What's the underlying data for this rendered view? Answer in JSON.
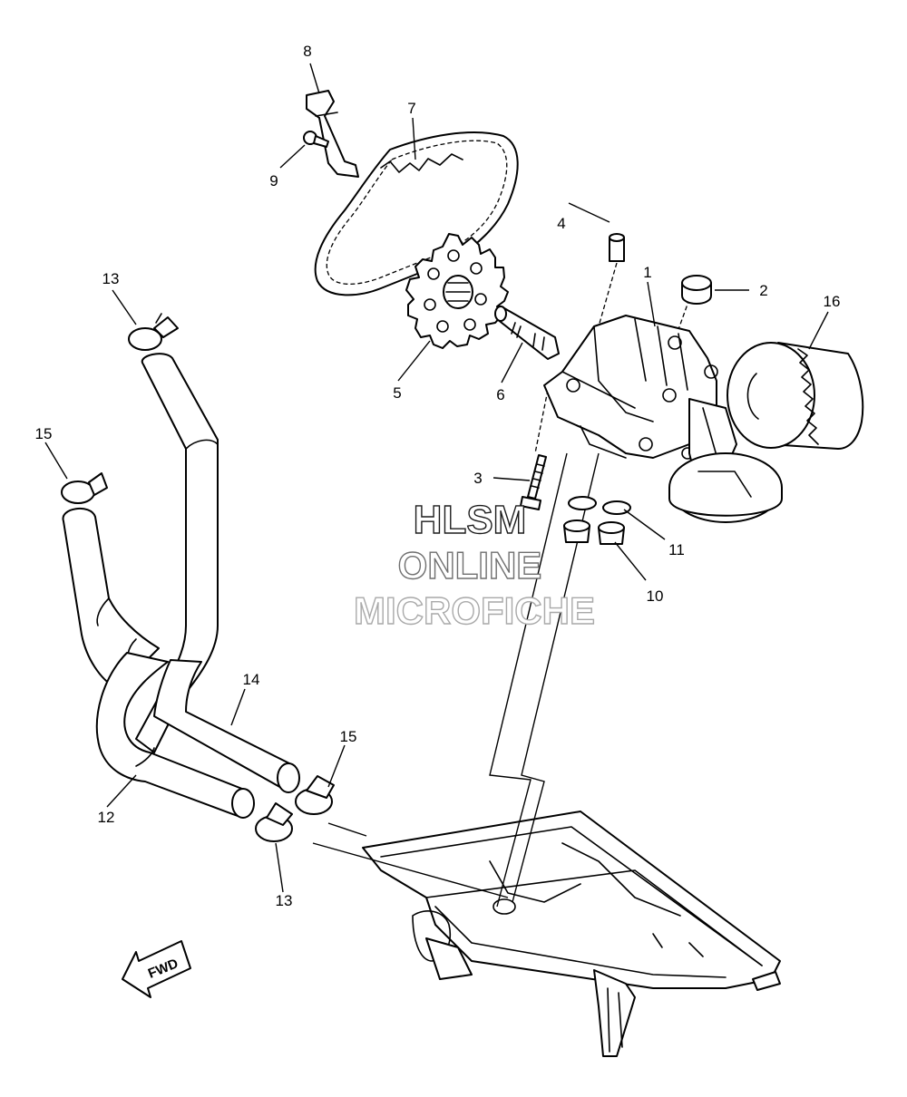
{
  "diagram": {
    "callouts": [
      "1",
      "2",
      "3",
      "4",
      "5",
      "6",
      "7",
      "8",
      "9",
      "10",
      "11",
      "12",
      "13",
      "13",
      "14",
      "15",
      "15",
      "16"
    ],
    "watermark": {
      "line1": "HLSM",
      "line2": "ONLINE",
      "line3": "MICROFICHE"
    },
    "direction_label": "FWD"
  }
}
